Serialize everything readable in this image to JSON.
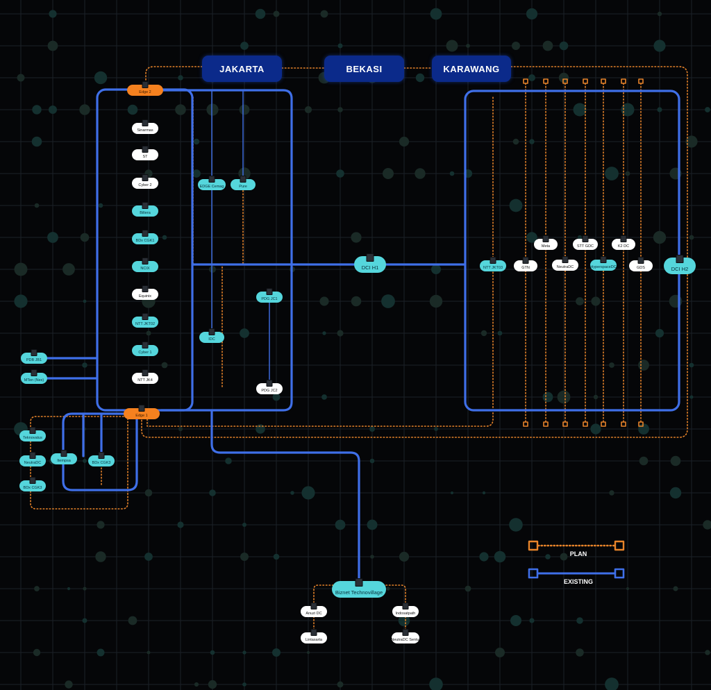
{
  "regions": {
    "jakarta": "JAKARTA",
    "bekasi": "BEKASI",
    "karawang": "KARAWANG"
  },
  "colors": {
    "existing": "#3f6fe8",
    "plan": "#e8842a",
    "node_white": "#ffffff",
    "node_cyan": "#55d6dc",
    "node_orange": "#f5811f",
    "region_bg": "#0b2a8a"
  },
  "nodes": {
    "edge2": "Edge 2",
    "edge1": "Edge 1",
    "sinarmas": "Sinarmas",
    "st": "ST",
    "cyber2": "Cyber 2",
    "biltera": "Biltera",
    "bdx_cgk1": "BDx CGK1",
    "ncix": "NCIX",
    "equinix": "Equinix",
    "ntt_jkt02": "NTT JKT02",
    "cyber1": "Cyber 1",
    "ntt_jk4": "NTT JK4",
    "pdb_jb1": "PDB JB1",
    "mten": "MTen (Nex)",
    "edge_center": "EDGE Cemag",
    "pure": "Pure",
    "dci_h1": "DCI H1",
    "idc": "IDC",
    "pdg_jc1": "PDG JC1",
    "pdg_jc2": "PDG JC2",
    "teknovatus": "Teknovatus",
    "neutradc_left": "NeutraDC",
    "bdx_cgk3_left": "BDx CGK3",
    "itempsa": "Itempsa",
    "bdx_cgk3": "BDx CGK3",
    "ntt_jkt03": "NTT JKT03",
    "gtn": "GTN",
    "meta": "Meta",
    "neutradc_right": "NeutraDC",
    "stt_gdc": "STT GDC",
    "hyperscale": "HyperspaceDC",
    "k2dc": "K2 DC",
    "gds": "GDS",
    "dci_h2": "DCI H2",
    "biznet": "Biznet Technovillage",
    "anuzi": "Anuzi DC",
    "indosat": "Indosatpath",
    "lintasarta": "Lintasarta",
    "neutradc_sentul": "NeutraDC Sentul"
  },
  "legend": {
    "plan": "PLAN",
    "existing": "EXISTING"
  }
}
